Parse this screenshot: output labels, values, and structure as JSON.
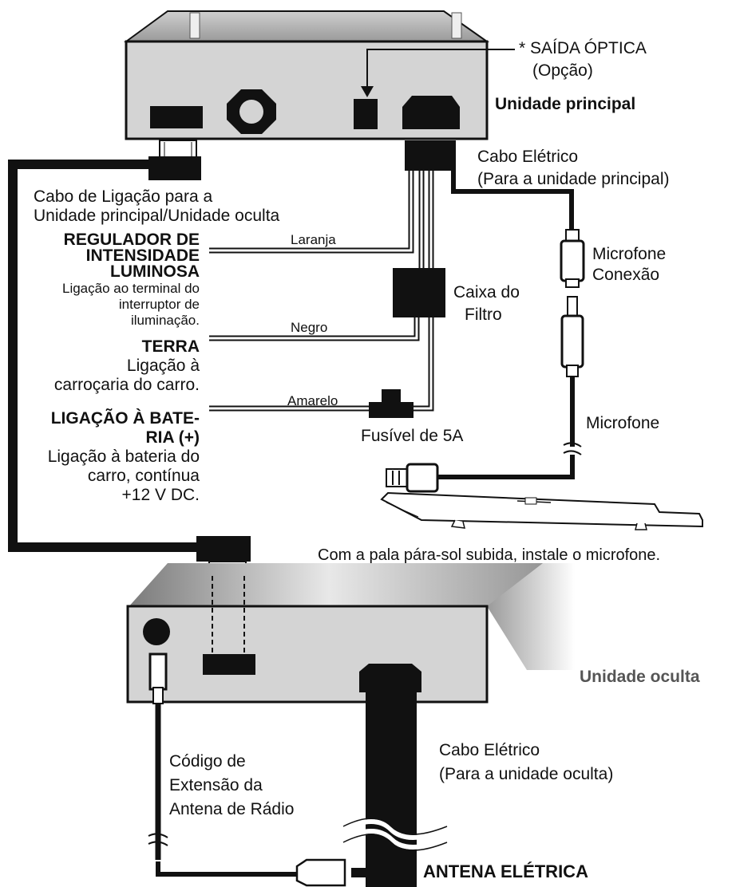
{
  "labels": {
    "optical_out": "* SAÍDA ÓPTICA",
    "optical_out_option": "(Opção)",
    "main_unit": "Unidade principal",
    "power_cable_main_1": "Cabo Elétrico",
    "power_cable_main_2": "(Para a unidade principal)",
    "link_cable_1": "Cabo de Ligação para a",
    "link_cable_2": "Unidade principal/Unidade oculta",
    "dimmer_1": "REGULADOR DE",
    "dimmer_2": "INTENSIDADE",
    "dimmer_3": "LUMINOSA",
    "dimmer_desc_1": "Ligação ao terminal do",
    "dimmer_desc_2": "interruptor de",
    "dimmer_desc_3": "iluminação.",
    "ground_title": "TERRA",
    "ground_desc_1": "Ligação à",
    "ground_desc_2": "carroçaria do carro.",
    "battery_1": "LIGAÇÃO À BATE-",
    "battery_2": "RIA (+)",
    "battery_desc_1": "Ligação à bateria do",
    "battery_desc_2": "carro, contínua",
    "battery_desc_3": "+12 V DC.",
    "wire_orange": "Laranja",
    "wire_black": "Negro",
    "wire_yellow": "Amarelo",
    "filter_box_1": "Caixa do",
    "filter_box_2": "Filtro",
    "fuse": "Fusível de 5A",
    "mic_conn_1": "Microfone",
    "mic_conn_2": "Conexão",
    "mic": "Microfone",
    "sunvisor_note": "Com a pala pára-sol subida, instale o microfone.",
    "hidden_unit": "Unidade oculta",
    "antenna_ext_1": "Código de",
    "antenna_ext_2": "Extensão da",
    "antenna_ext_3": "Antena de Rádio",
    "power_cable_hidden_1": "Cabo Elétrico",
    "power_cable_hidden_2": "(Para a unidade oculta)",
    "power_antenna": "ANTENA ELÉTRICA"
  },
  "colors": {
    "line": "#111111",
    "unit_face": "#d4d4d4",
    "unit_top": "#b8b8b8",
    "hidden_unit_label": "#555555"
  }
}
